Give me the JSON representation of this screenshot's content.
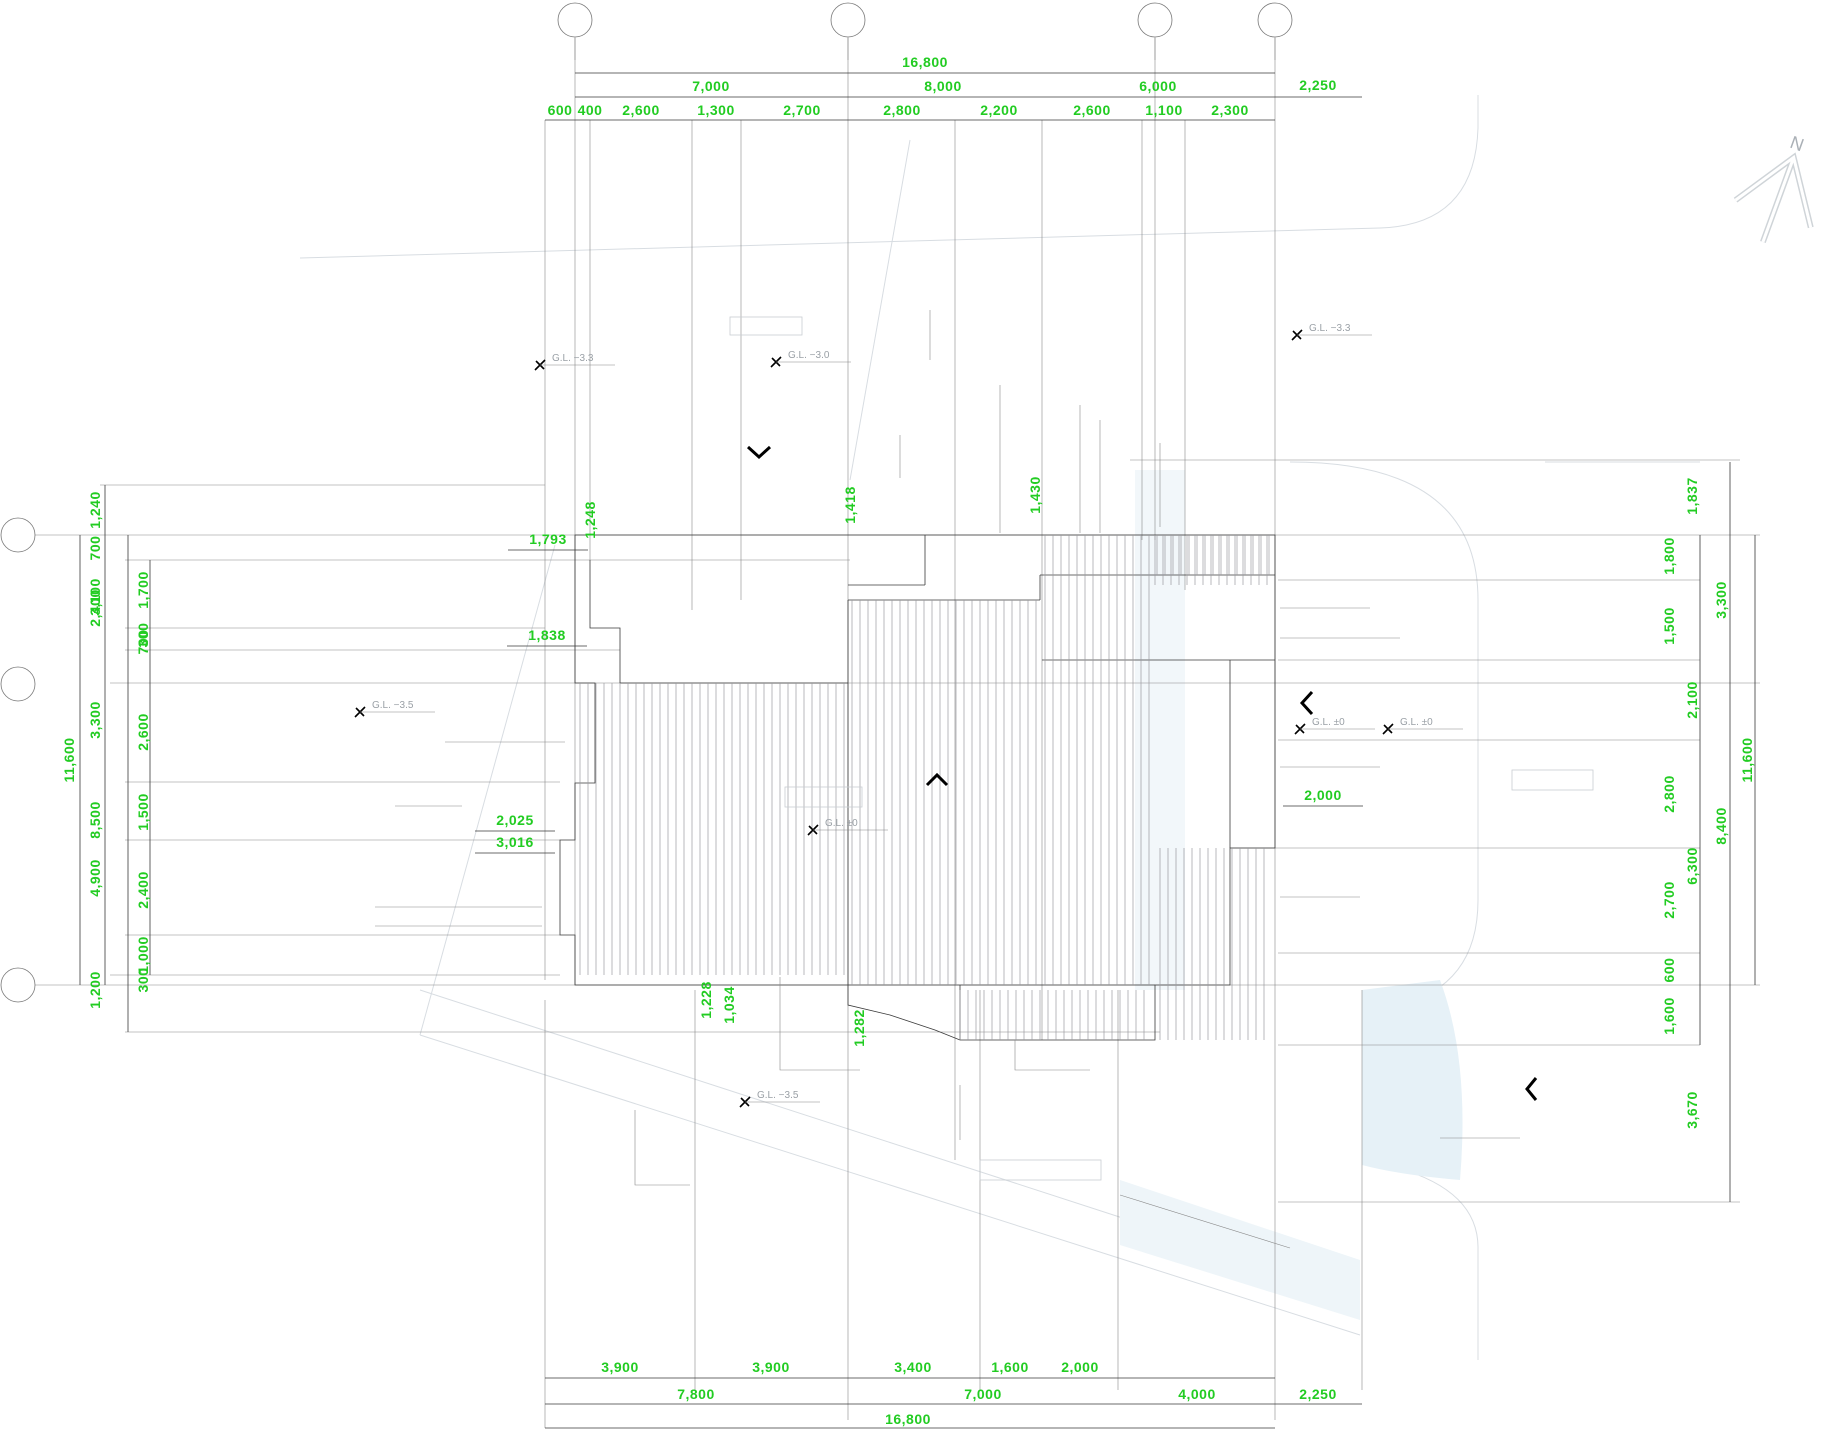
{
  "grid_markers": {
    "top": [
      "",
      "",
      "",
      ""
    ],
    "left": [
      "",
      "",
      ""
    ]
  },
  "dimensions": {
    "top_total": "16,800",
    "top_mid": [
      "7,000",
      "8,000",
      "6,000"
    ],
    "top_right_extra": "2,250",
    "top_detail": [
      "600",
      "400",
      "2,600",
      "1,300",
      "2,700",
      "2,800",
      "2,200",
      "2,600",
      "1,100",
      "2,300"
    ],
    "bottom_detail": [
      "3,900",
      "3,900",
      "3,400",
      "1,600",
      "2,000"
    ],
    "bottom_mid": [
      "7,800",
      "7,000",
      "4,000"
    ],
    "bottom_right_extra": "2,250",
    "bottom_total": "16,800",
    "left_total": "11,600",
    "left_mid": [
      "3,100",
      "8,500"
    ],
    "left_sub": [
      "1,240",
      "700",
      "2,400",
      "3,300",
      "4,900",
      "1,200"
    ],
    "left_detail": [
      "1,700",
      "700",
      "300",
      "2,600",
      "1,500",
      "2,400",
      "1,000",
      "300"
    ],
    "right_total": "11,600",
    "right_mid": [
      "3,300",
      "8,400"
    ],
    "right_sub": [
      "1,837",
      "2,100",
      "6,300",
      "3,670"
    ],
    "right_detail": [
      "1,800",
      "1,500",
      "2,800",
      "2,700",
      "600",
      "1,600"
    ],
    "inner": [
      "1,793",
      "1,838",
      "2,025",
      "3,016",
      "2,000",
      "1,248",
      "1,418",
      "1,430",
      "1,228",
      "1,034",
      "1,282"
    ]
  },
  "ground_levels": [
    "G.L. −3.3",
    "G.L. −3.0",
    "G.L. −3.5",
    "G.L. −3.3",
    "G.L. ±0",
    "G.L. ±0",
    "G.L. ±0",
    "G.L. −3.5"
  ],
  "north_arrow": {
    "label": "N"
  }
}
